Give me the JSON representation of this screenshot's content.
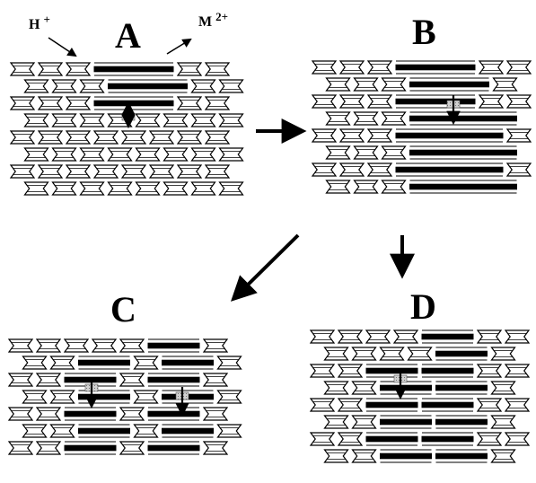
{
  "panels": [
    {
      "label": "A"
    },
    {
      "label": "B"
    },
    {
      "label": "C"
    },
    {
      "label": "D"
    }
  ],
  "ions": {
    "proton": {
      "symbol": "H",
      "charge": "+"
    },
    "metal": {
      "symbol": "M",
      "charge": "2+"
    }
  },
  "colors": {
    "line": "#000000",
    "fill": "#ffffff",
    "interlayer": "#000000",
    "exchange_site": "#b0b0b0"
  },
  "icons": {
    "reaction_arrow": "arrow-icon",
    "ion_in": "arrow-icon",
    "ion_out": "arrow-icon",
    "migration": "double-arrow-icon"
  }
}
